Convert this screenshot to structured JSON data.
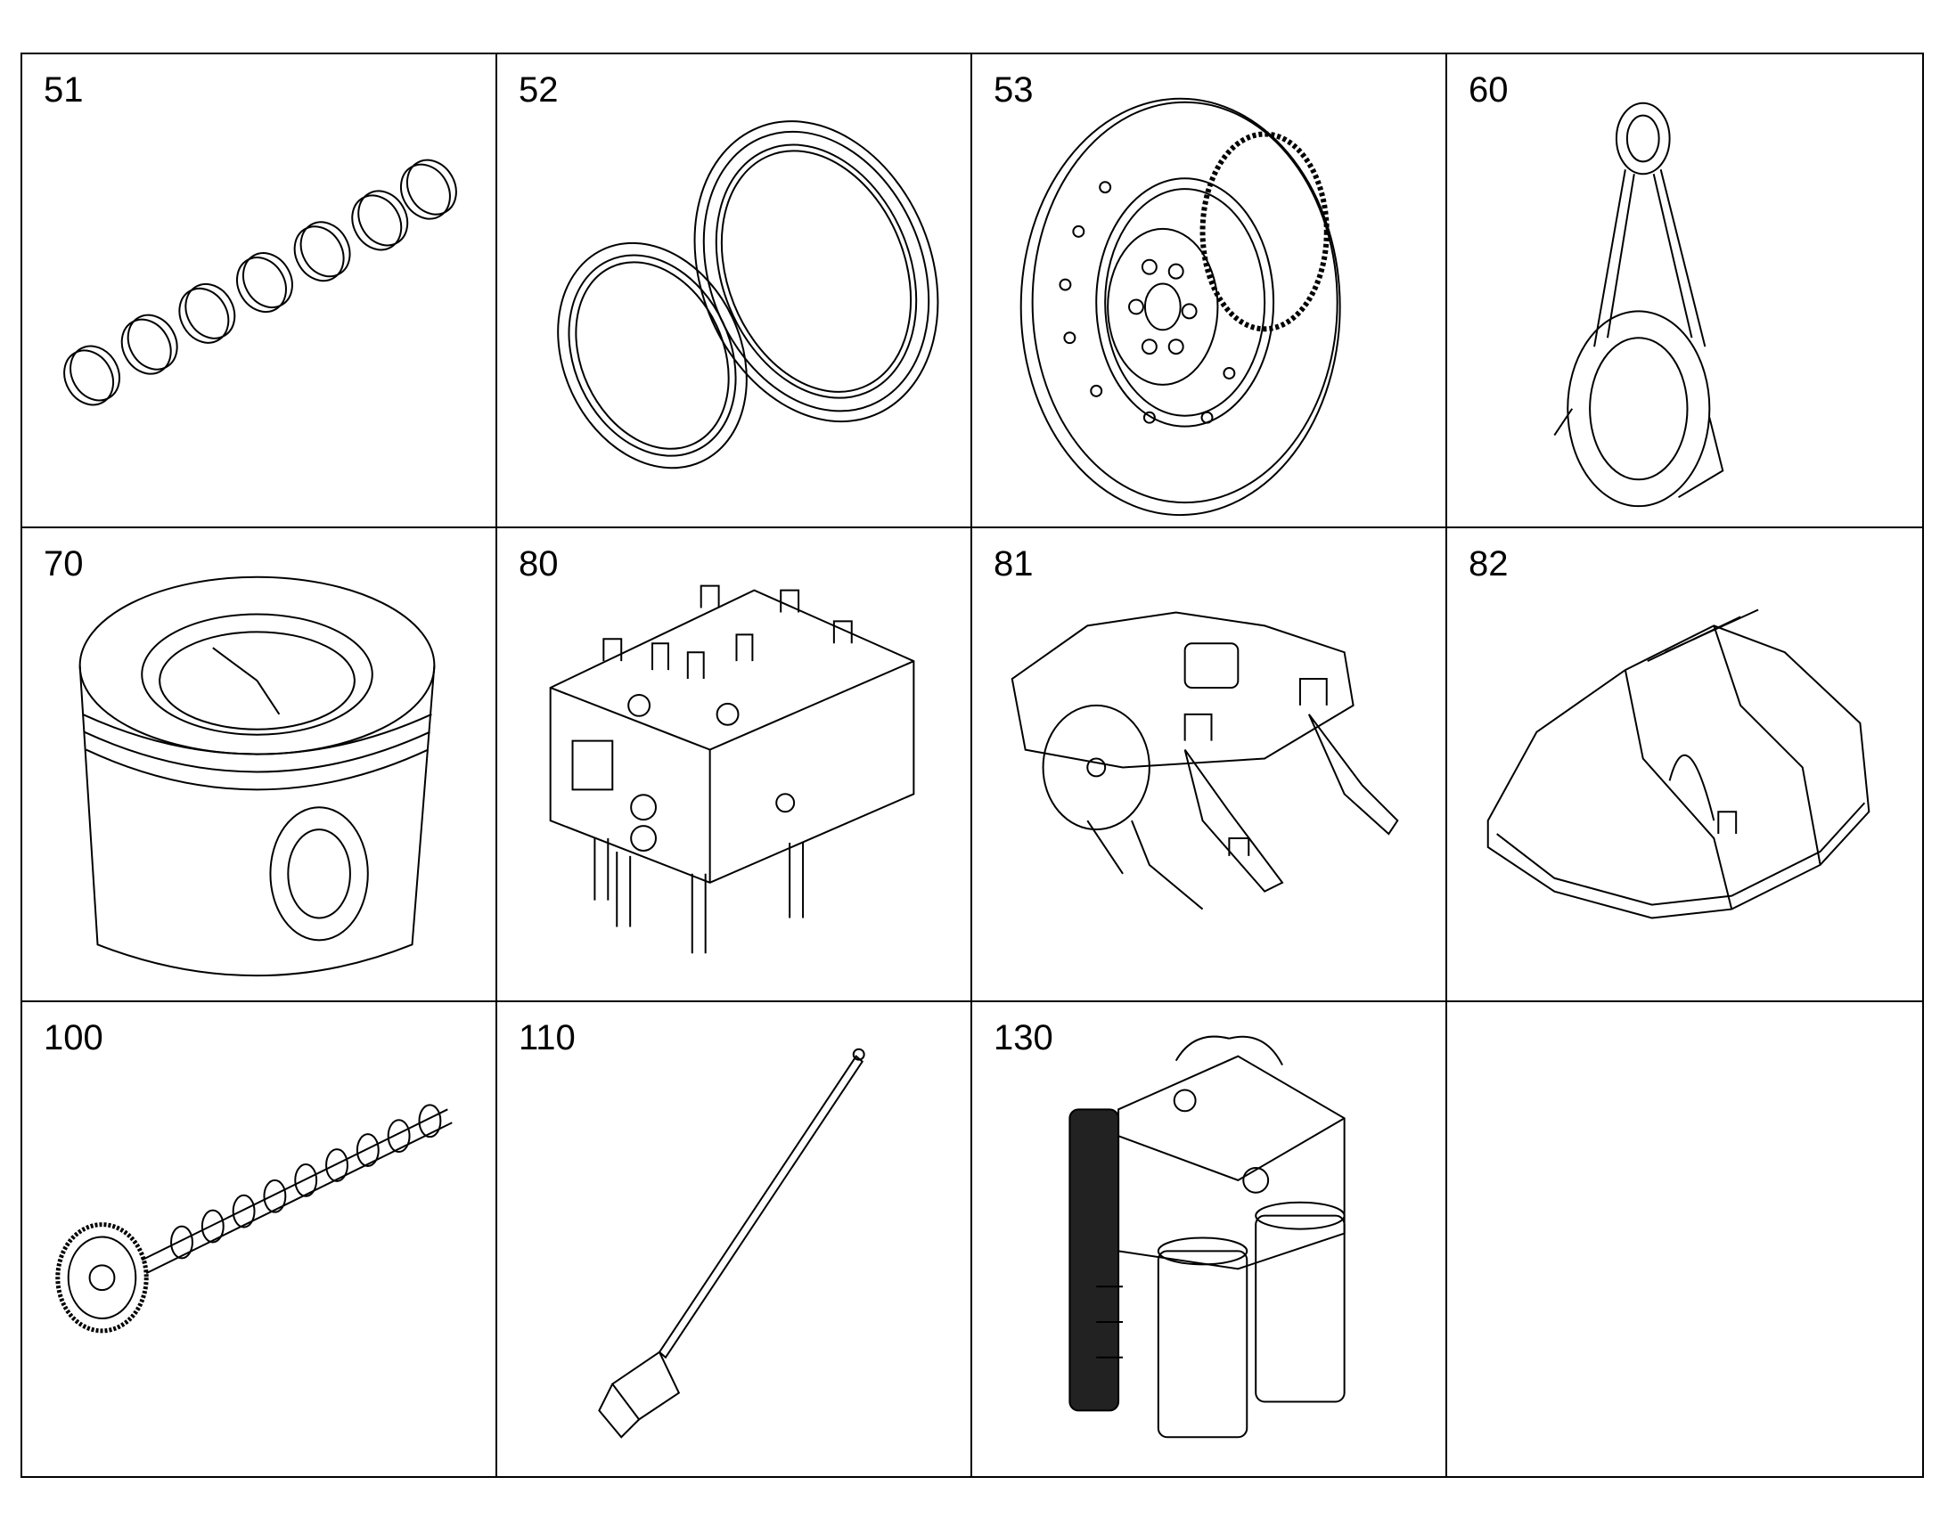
{
  "cells": [
    {
      "label": "51",
      "icon": "bearing-shells-icon"
    },
    {
      "label": "52",
      "icon": "seal-rings-icon"
    },
    {
      "label": "53",
      "icon": "vibration-damper-icon"
    },
    {
      "label": "60",
      "icon": "connecting-rod-icon"
    },
    {
      "label": "70",
      "icon": "piston-icon"
    },
    {
      "label": "80",
      "icon": "cylinder-head-icon"
    },
    {
      "label": "81",
      "icon": "rocker-arm-assembly-icon"
    },
    {
      "label": "82",
      "icon": "valve-cover-icon"
    },
    {
      "label": "100",
      "icon": "camshaft-icon"
    },
    {
      "label": "110",
      "icon": "dipstick-icon"
    },
    {
      "label": "130",
      "icon": "filter-housing-icon"
    },
    {
      "label": "",
      "icon": ""
    }
  ]
}
